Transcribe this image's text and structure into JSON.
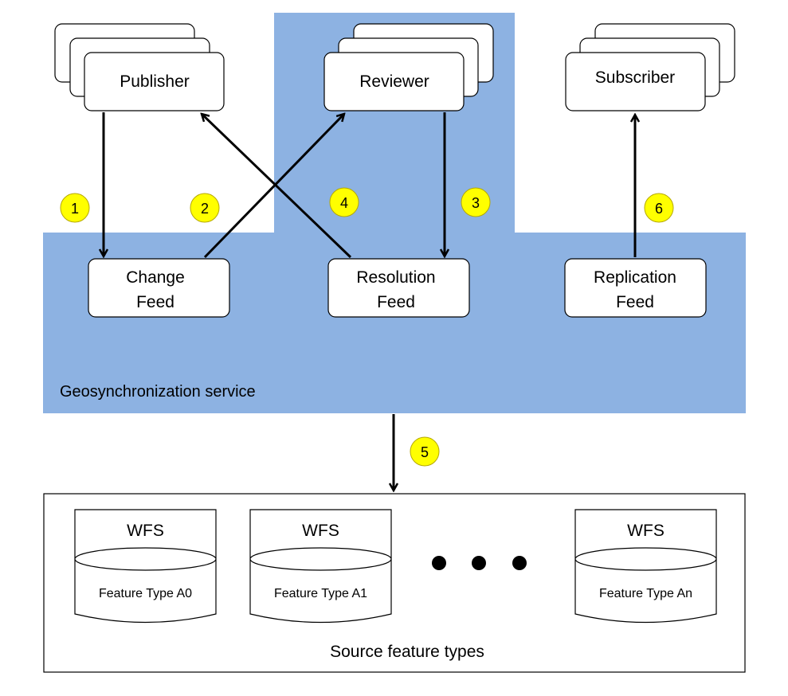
{
  "actors": {
    "publisher": "Publisher",
    "reviewer": "Reviewer",
    "subscriber": "Subscriber"
  },
  "feeds": {
    "change": [
      "Change",
      "Feed"
    ],
    "resolution": [
      "Resolution",
      "Feed"
    ],
    "replication": [
      "Replication",
      "Feed"
    ]
  },
  "service_label": "Geosynchronization service",
  "steps": [
    "1",
    "2",
    "3",
    "4",
    "5",
    "6"
  ],
  "sources": {
    "label": "Source feature types",
    "db_title": "WFS",
    "feature_types": [
      "Feature Type A0",
      "Feature Type A1",
      "Feature Type An"
    ]
  },
  "colors": {
    "service_fill": "#8db2e2",
    "step_badge": "#ffff00"
  }
}
